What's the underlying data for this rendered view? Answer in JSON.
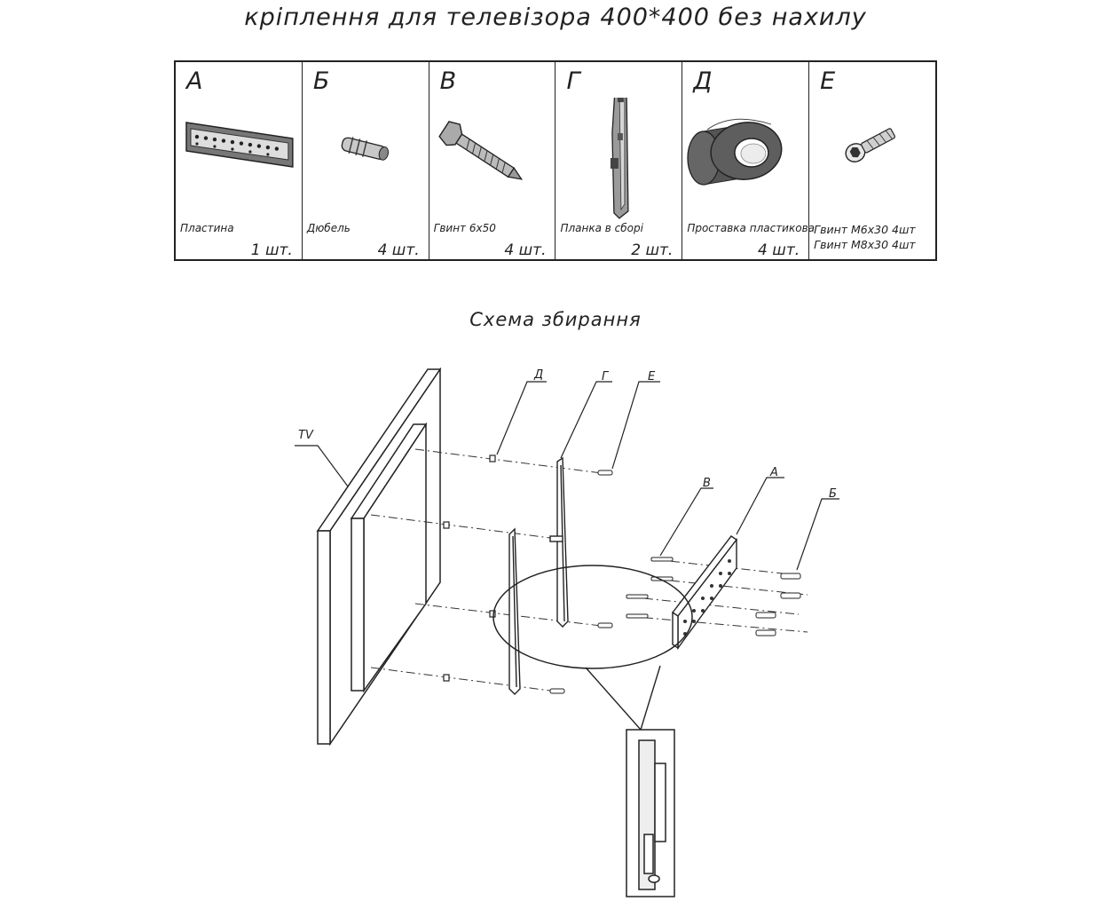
{
  "title": "кріплення для телевізора 400*400 без нахилу",
  "parts": [
    {
      "letter": "А",
      "name": "Пластина",
      "qty": "1 шт.",
      "icon": "plate-icon"
    },
    {
      "letter": "Б",
      "name": "Дюбель",
      "qty": "4 шт.",
      "icon": "dowel-icon"
    },
    {
      "letter": "В",
      "name": "Гвинт 6х50",
      "qty": "4 шт.",
      "icon": "bolt-icon"
    },
    {
      "letter": "Г",
      "name": "Планка в сборі",
      "qty": "2 шт.",
      "icon": "bracket-icon"
    },
    {
      "letter": "Д",
      "name": "Проставка пластикова",
      "qty": "4 шт.",
      "icon": "spacer-icon"
    },
    {
      "letter": "Е",
      "screws": [
        "Гвинт М6х30  4шт",
        "Гвинт М8х30 4шт"
      ],
      "icon": "screw-icon"
    }
  ],
  "subtitle": "Схема збирання",
  "scheme_labels": {
    "tv": "TV",
    "d": "Д",
    "g": "Г",
    "e": "Е",
    "v": "В",
    "a": "А",
    "b": "Б"
  }
}
